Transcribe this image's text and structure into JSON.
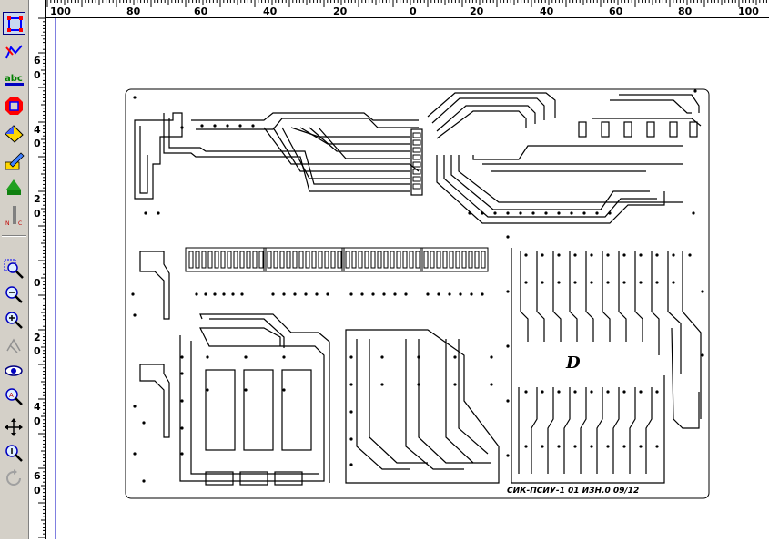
{
  "toolbar": {
    "tools": [
      {
        "name": "select-tool-icon",
        "active": true
      },
      {
        "name": "route-tool-icon"
      },
      {
        "name": "text-tool-icon",
        "label": "abc"
      },
      {
        "name": "pad-tool-icon"
      },
      {
        "name": "polygon-tool-icon"
      },
      {
        "name": "edit-tool-icon"
      },
      {
        "name": "component-tool-icon"
      },
      {
        "name": "measure-tool-icon"
      },
      {
        "name": "zoom-window-icon"
      },
      {
        "name": "zoom-out-icon"
      },
      {
        "name": "zoom-in-icon"
      },
      {
        "name": "redraw-icon"
      },
      {
        "name": "view-eye-icon"
      },
      {
        "name": "zoom-all-icon"
      },
      {
        "name": "pan-move-icon"
      },
      {
        "name": "zoom-fit-icon"
      },
      {
        "name": "rotate-icon"
      }
    ]
  },
  "hruler": {
    "labels": [
      "100",
      "80",
      "60",
      "40",
      "20",
      "0",
      "20",
      "40",
      "60",
      "80",
      "100"
    ]
  },
  "vruler": {
    "labels": [
      "6",
      "0",
      "4",
      "0",
      "2",
      "0",
      "0",
      "2",
      "0",
      "4",
      "0",
      "6",
      "0"
    ]
  },
  "board": {
    "label": "СИК-ПСИУ-1 01 ИЗН.0 09/12",
    "logo": "D"
  }
}
